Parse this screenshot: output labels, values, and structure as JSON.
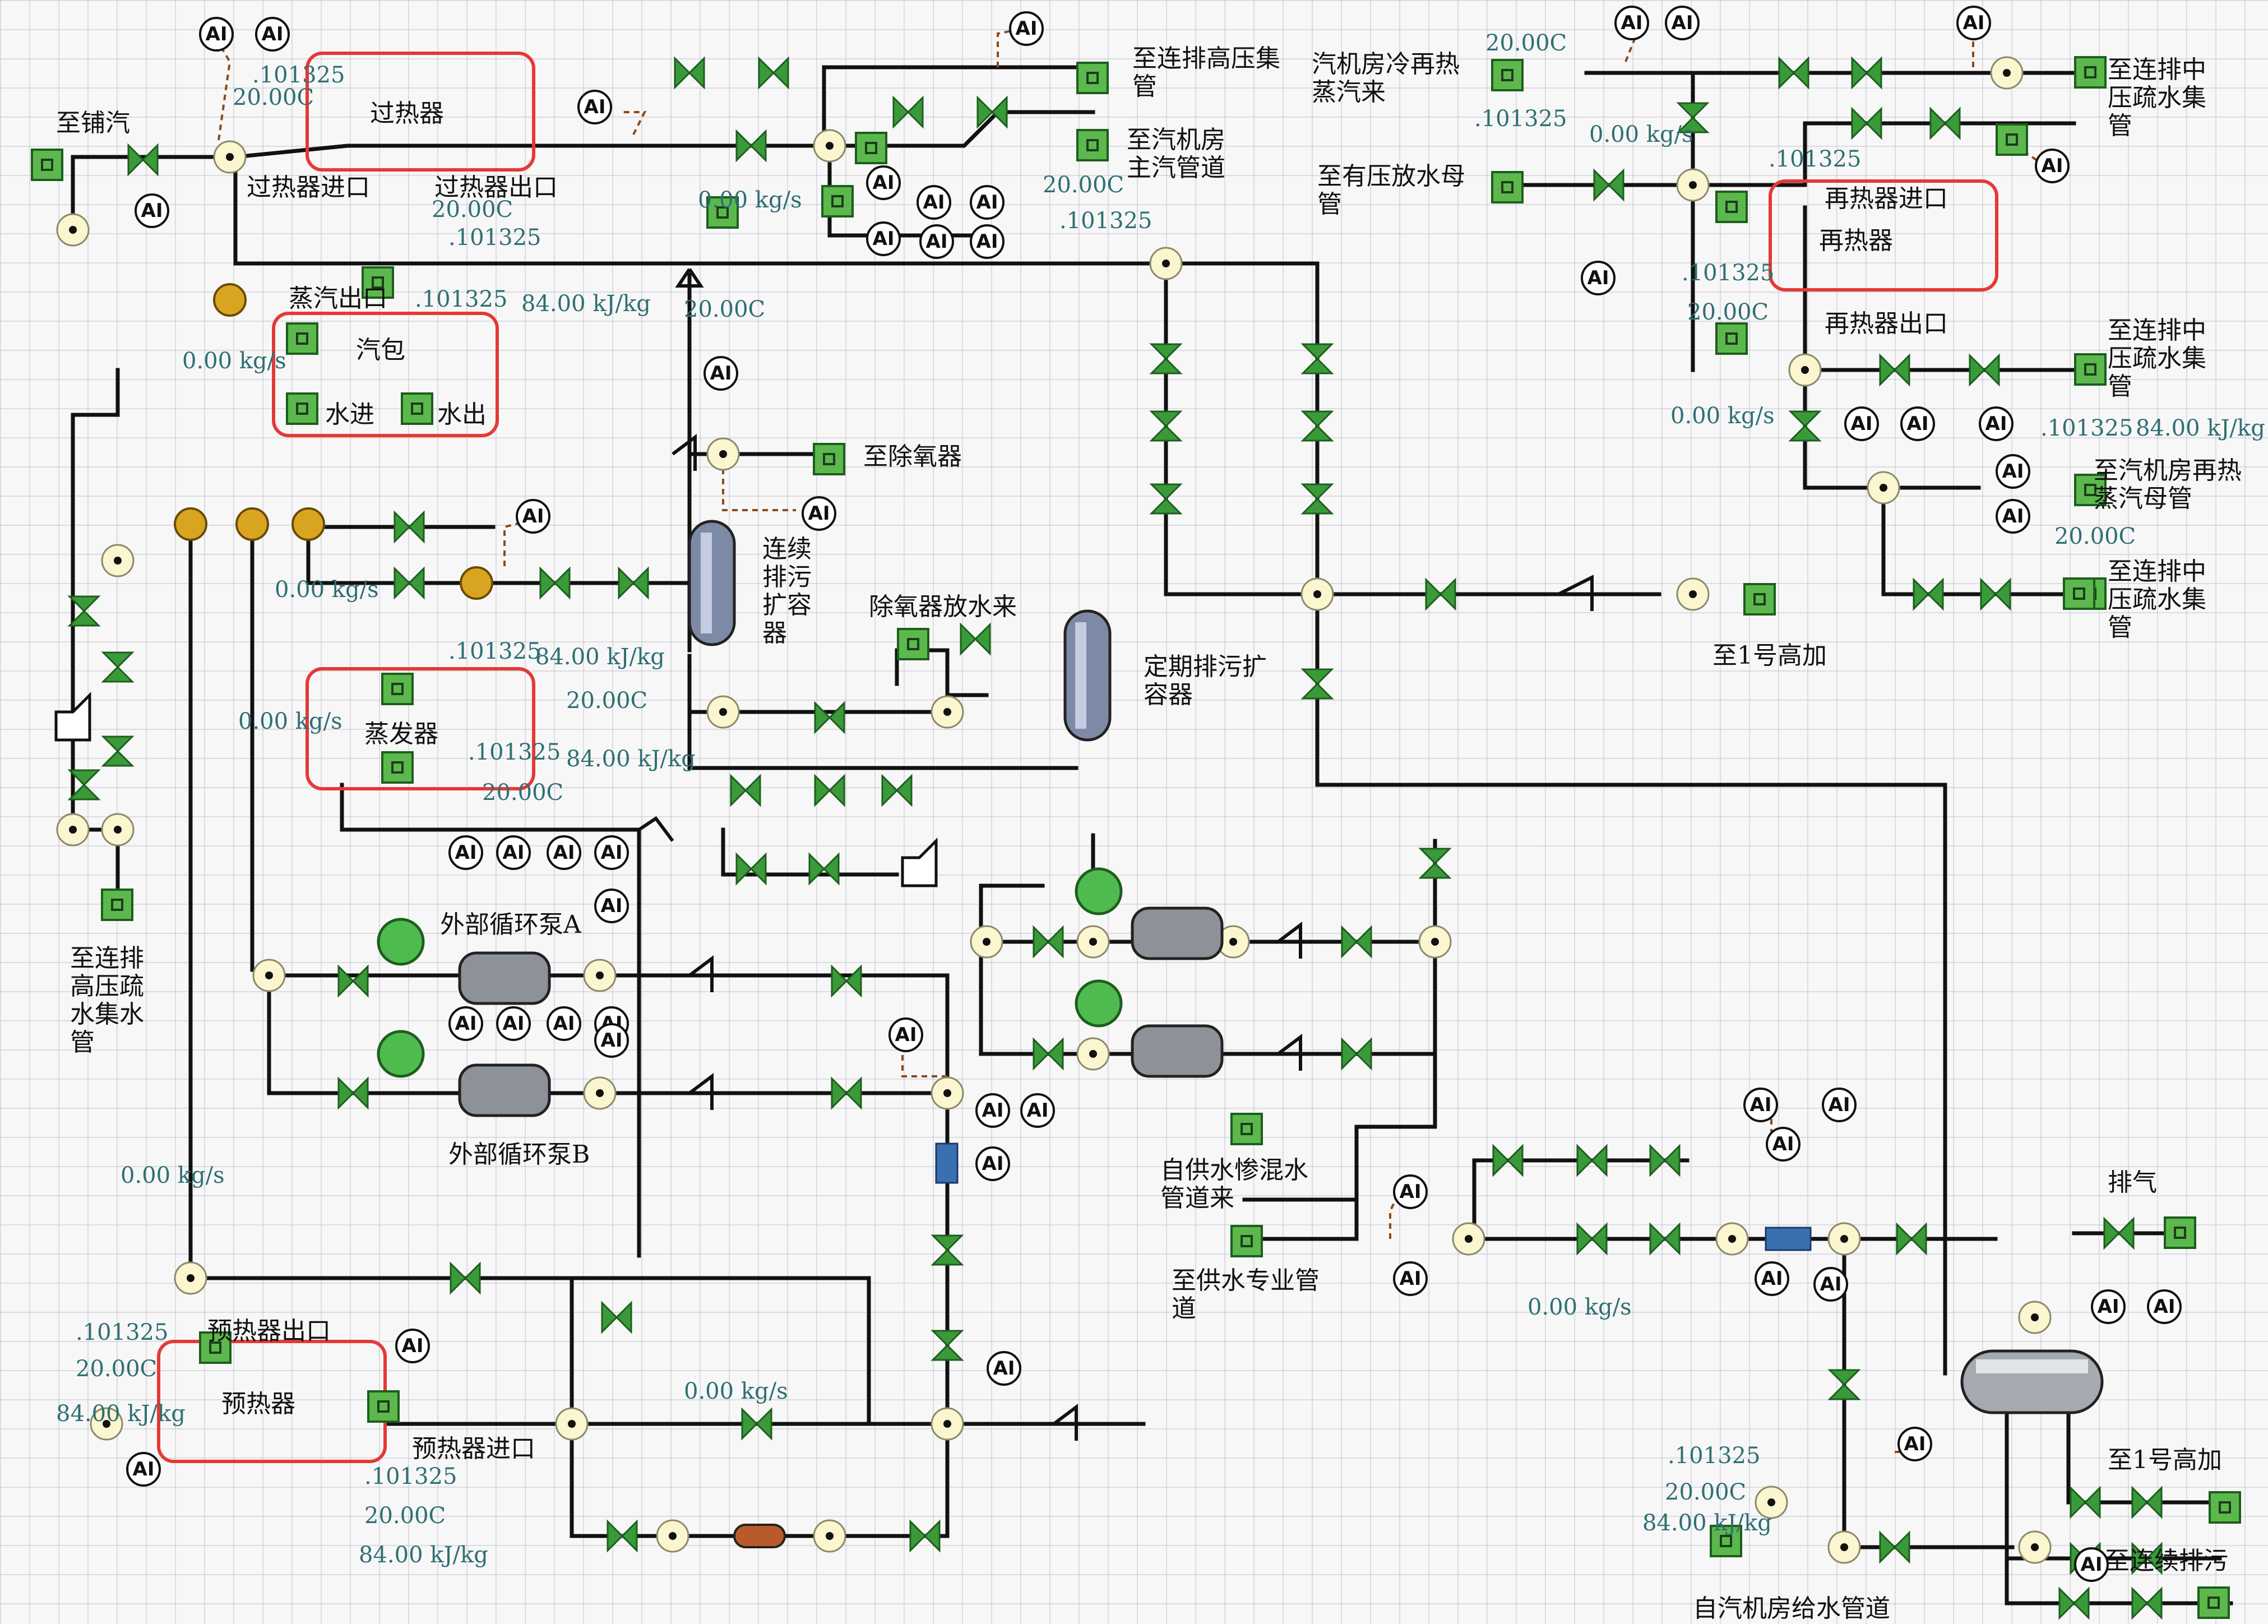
{
  "labels": {
    "to_steam_supply": "至铺汽",
    "superheater": "过热器",
    "superheater_inlet": "过热器进口",
    "superheater_outlet": "过热器出口",
    "to_cont_blowdown_hp_header_top": "至连排高压集\n管",
    "to_turbine_main_steam": "至汽机房\n主汽管道",
    "turbine_cold_reheat": "汽机房冷再热\n蒸汽来",
    "to_pressurized_drain_header": "至有压放水母\n管",
    "to_cont_blowdown_mp_drain_1": "至连排中\n压疏水集\n管",
    "reheater_inlet": "再热器进口",
    "reheater": "再热器",
    "reheater_outlet": "再热器出口",
    "to_cont_blowdown_mp_drain_2": "至连排中\n压疏水集\n管",
    "to_turbine_reheat_header": "至汽机房再热\n蒸汽母管",
    "to_cont_blowdown_mp_drain_3": "至连排中\n压疏水集\n管",
    "steam_outlet": "蒸汽出口",
    "drum": "汽包",
    "water_in": "水进",
    "water_out": "水出",
    "to_deaerator": "至除氧器",
    "cont_blowdown_flash_tank": "连续\n排污\n扩容\n器",
    "deaerator_drain": "除氧器放水来",
    "periodic_blowdown_flash_tank": "定期排污扩\n容器",
    "to_hp_heater_1_top": "至1号高加",
    "evaporator": "蒸发器",
    "to_cont_blowdown_hp_drain": "至连排\n高压疏\n水集水\n管",
    "ext_circ_pump_a": "外部循环泵A",
    "ext_circ_pump_b": "外部循环泵B",
    "self_supply_mixing": "自供水惨混水\n管道来",
    "to_supply_water_pipe": "至供水专业管\n道",
    "exhaust": "排气",
    "to_hp_heater_1_bottom": "至1号高加",
    "to_cont_blowdown": "至连续排污",
    "from_turbine_feedwater": "自汽机房给水管道",
    "preheater_outlet": "预热器出口",
    "preheater": "预热器",
    "preheater_inlet": "预热器进口"
  },
  "ai_label": "AI",
  "values": {
    "sh_temp": "20.00C",
    "sh_press": ".101325",
    "sh_out_temp": "20.00C",
    "sh_out_press": ".101325",
    "flow_main_top": "0.00 kg/s",
    "main_temp": "20.00C",
    "main_press": ".101325",
    "cold_rh_temp": "20.00C",
    "cold_rh_press": ".101325",
    "cold_rh_flow": "0.00 kg/s",
    "rh_press_top": ".101325",
    "rh_in_press": ".101325",
    "rh_in_temp": "20.00C",
    "rh_flow": "0.00 kg/s",
    "rh_out_press": ".101325",
    "rh_out_enth": "84.00 kJ/kg",
    "rh_header_temp": "20.00C",
    "drum_press": ".101325",
    "drum_enth": "84.00 kJ/kg",
    "drum_temp": "20.00C",
    "drum_flow": "0.00 kg/s",
    "left_flow": "0.00 kg/s",
    "evap_press_1": ".101325",
    "evap_enth_1": "84.00 kJ/kg",
    "evap_flow": "0.00 kg/s",
    "evap_temp_1": "20.00C",
    "evap_press_2": ".101325",
    "evap_enth_2": "84.00 kJ/kg",
    "evap_temp_2": "20.00C",
    "left_mid_flow": "0.00 kg/s",
    "ph_press": ".101325",
    "ph_temp": "20.00C",
    "ph_enth": "84.00 kJ/kg",
    "ph_in_press": ".101325",
    "ph_in_temp": "20.00C",
    "ph_in_enth": "84.00 kJ/kg",
    "bottom_mid_flow": "0.00 kg/s",
    "right_mid_flow": "0.00 kg/s",
    "fw_press": ".101325",
    "fw_temp": "20.00C",
    "fw_enth": "84.00 kJ/kg"
  },
  "colors": {
    "grid_bg": "#f7f7f7",
    "pipe": "#111111",
    "valve": "#3a9a3a",
    "highlight_box": "#e53935",
    "value_text": "#2f6f73",
    "equipment_metal": "#9aa0a8"
  },
  "icons": [
    "gate-valve-icon",
    "check-valve-icon",
    "pump-motor-icon",
    "flash-tank-icon",
    "heat-exchanger-icon",
    "boundary-source-icon",
    "node-icon",
    "ai-sensor-icon"
  ]
}
